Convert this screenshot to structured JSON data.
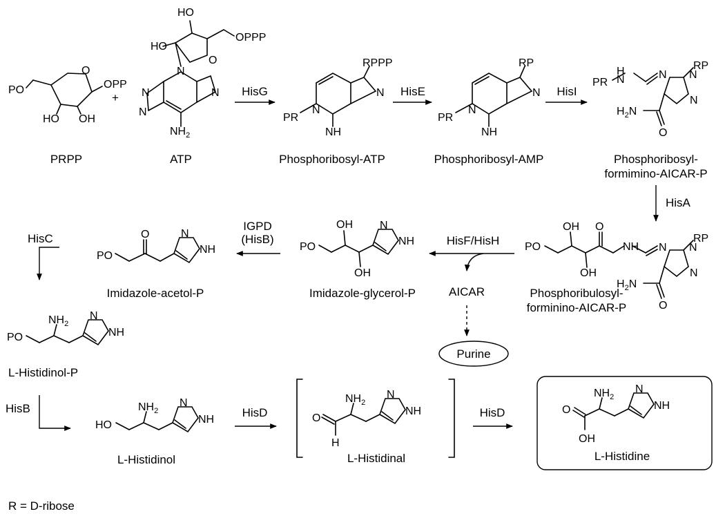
{
  "compounds": {
    "prpp": "PRPP",
    "atp": "ATP",
    "pr_atp": "Phosphoribosyl-ATP",
    "pr_amp": "Phosphoribosyl-AMP",
    "profar_1": "Phosphoribosyl-",
    "profar_2": "formimino-AICAR-P",
    "prfar_1": "Phosphoribulosyl-",
    "prfar_2": "forminino-AICAR-P",
    "igp": "Imidazole-glycerol-P",
    "iap": "Imidazole-acetol-P",
    "hol_p": "L-Histidinol-P",
    "hol": "L-Histidinol",
    "hal": "L-Histidinal",
    "his": "L-Histidine",
    "aicar": "AICAR",
    "purine": "Purine"
  },
  "enzymes": {
    "hisG": "HisG",
    "hisE": "HisE",
    "hisI": "HisI",
    "hisA": "HisA",
    "hisFH": "HisF/HisH",
    "igpd_1": "IGPD",
    "igpd_2": "(HisB)",
    "hisC": "HisC",
    "hisB": "HisB",
    "hisD_1": "HisD",
    "hisD_2": "HisD"
  },
  "atoms": {
    "plus": "+",
    "po": "PO",
    "opp": "OPP",
    "oppp": "OPPP",
    "ho": "HO",
    "oh": "OH",
    "nh2": "NH",
    "sub2": "2",
    "n": "N",
    "nh": "NH",
    "h2n": "H",
    "rppp": "RPPP",
    "rp": "RP",
    "pr": "PR",
    "o": "O",
    "h": "H"
  },
  "footnote": "R = D-ribose"
}
